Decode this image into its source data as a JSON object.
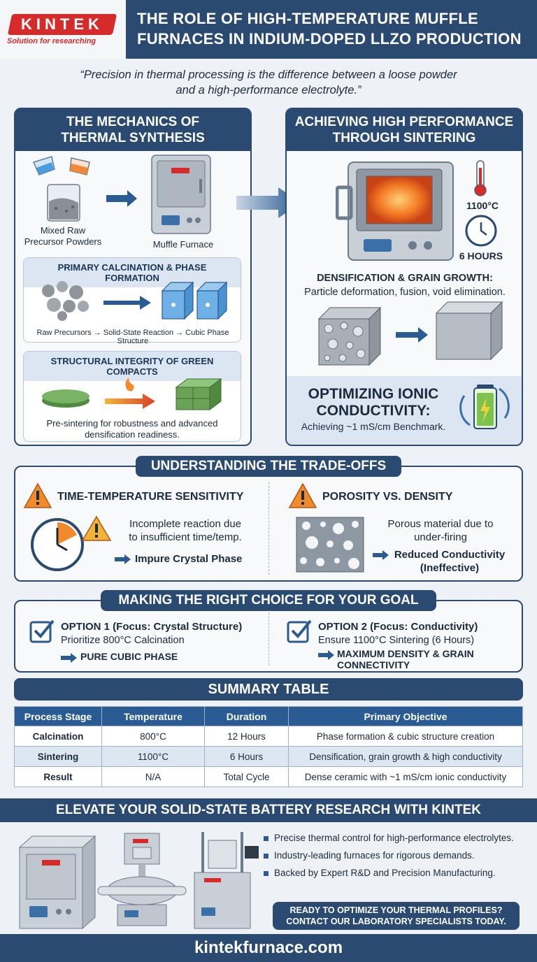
{
  "brand": {
    "logo_text": "KINTEK",
    "tagline": "Solution for researching",
    "red": "#d62b2b",
    "navy": "#2a4a72"
  },
  "title": {
    "line1": "THE ROLE OF HIGH-TEMPERATURE MUFFLE",
    "line2": "FURNACES IN INDIUM-DOPED LLZO PRODUCTION"
  },
  "quote": {
    "line1": "“Precision in thermal processing is the difference between a loose powder",
    "line2": "and a high-performance electrolyte.”"
  },
  "mechanics": {
    "title1": "THE MECHANICS OF",
    "title2": "THERMAL SYNTHESIS",
    "powders_label1": "Mixed Raw",
    "powders_label2": "Precursor Powders",
    "furnace_label": "Muffle Furnace",
    "calcination_title": "PRIMARY CALCINATION & PHASE FORMATION",
    "calcination_caption": "Raw Precursors → Solid-State Reaction → Cubic Phase Structure",
    "integrity_title": "STRUCTURAL INTEGRITY OF GREEN COMPACTS",
    "integrity_caption1": "Pre-sintering for robustness and advanced",
    "integrity_caption2": "densification readiness."
  },
  "sintering": {
    "title1": "ACHIEVING HIGH PERFORMANCE",
    "title2": "THROUGH SINTERING",
    "temperature": "1100°C",
    "hours": "6 HOURS",
    "densification_title": "DENSIFICATION & GRAIN GROWTH:",
    "densification_text": "Particle deformation, fusion, void elimination.",
    "ionic_title1": "OPTIMIZING IONIC",
    "ionic_title2": "CONDUCTIVITY:",
    "ionic_text": "Achieving ~1 mS/cm Benchmark."
  },
  "tradeoffs": {
    "title": "UNDERSTANDING THE TRADE-OFFS",
    "left_title": "TIME-TEMPERATURE SENSITIVITY",
    "left_text1": "Incomplete reaction due",
    "left_text2": "to insufficient time/temp.",
    "left_result": "Impure Crystal Phase",
    "right_title": "POROSITY VS. DENSITY",
    "right_text1": "Porous material due to",
    "right_text2": "under-firing",
    "right_result1": "Reduced Conductivity",
    "right_result2": "(Ineffective)"
  },
  "choice": {
    "title": "MAKING THE RIGHT CHOICE FOR YOUR GOAL",
    "opt1_title": "OPTION 1 (Focus: Crystal Structure)",
    "opt1_text": "Prioritize 800°C Calcination",
    "opt1_result": "PURE CUBIC PHASE",
    "opt2_title": "OPTION 2 (Focus: Conductivity)",
    "opt2_text": "Ensure 1100°C Sintering (6 Hours)",
    "opt2_result1": "MAXIMUM DENSITY & GRAIN",
    "opt2_result2": "CONNECTIVITY"
  },
  "summary": {
    "title": "SUMMARY TABLE",
    "headers": [
      "Process Stage",
      "Temperature",
      "Duration",
      "Primary Objective"
    ],
    "rows": [
      [
        "Calcination",
        "800°C",
        "12 Hours",
        "Phase formation & cubic structure creation"
      ],
      [
        "Sintering",
        "1100°C",
        "6 Hours",
        "Densification, grain growth & high conductivity"
      ],
      [
        "Result",
        "N/A",
        "Total Cycle",
        "Dense ceramic with ~1 mS/cm ionic conductivity"
      ]
    ]
  },
  "promo": {
    "title": "ELEVATE YOUR SOLID-STATE BATTERY RESEARCH WITH KINTEK",
    "bullets": [
      "Precise thermal control for high-performance electrolytes.",
      "Industry-leading furnaces for rigorous demands.",
      "Backed by Expert R&D and Precision Manufacturing."
    ],
    "cta1": "READY TO OPTIMIZE YOUR THERMAL PROFILES?",
    "cta2": "CONTACT OUR LABORATORY SPECIALISTS TODAY.",
    "website": "kintekfurnace.com"
  }
}
